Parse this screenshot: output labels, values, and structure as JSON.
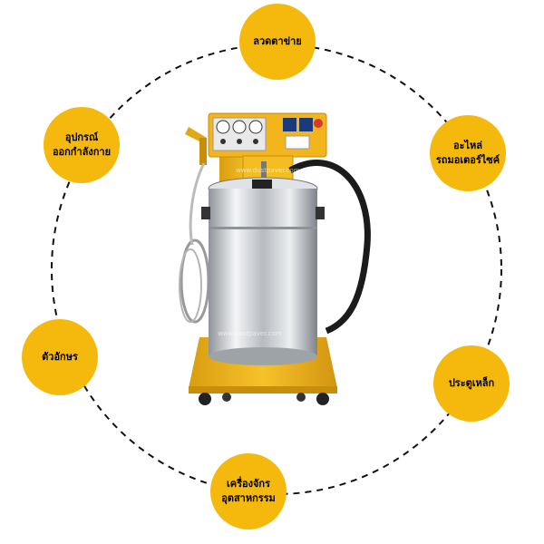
{
  "nodes": [
    {
      "id": "top",
      "lines": [
        "ลวดตาข่าย"
      ]
    },
    {
      "id": "left-upper",
      "lines": [
        "อุปกรณ์",
        "ออกกำลังกาย"
      ]
    },
    {
      "id": "right-upper",
      "lines": [
        "อะไหล่",
        "รถมอเตอร์ไซค์"
      ]
    },
    {
      "id": "left-lower",
      "lines": [
        "ตัวอักษร"
      ]
    },
    {
      "id": "right-lower",
      "lines": [
        "ประตูเหล็ก"
      ]
    },
    {
      "id": "bottom",
      "lines": [
        "เครื่องจักร",
        "อุตสาหกรรม"
      ]
    }
  ],
  "colors": {
    "node_fill": "#f5b90e",
    "machine_yellow": "#f2b81a",
    "steel": "#c9ccd1",
    "hose": "#1b1b1b"
  },
  "watermark": "www.dustpaver.com"
}
